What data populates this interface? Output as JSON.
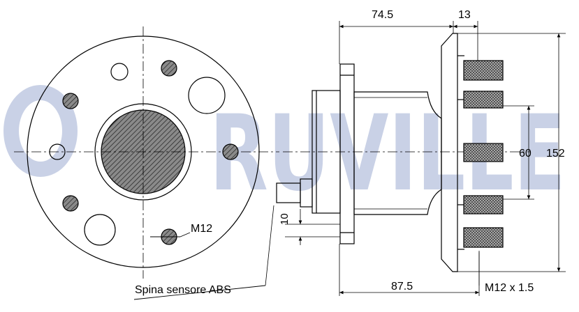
{
  "watermark": "RUVILLE",
  "dimensions": {
    "top_width": "74.5",
    "top_flange": "13",
    "bottom_width": "87.5",
    "stud_offset": "10",
    "inner_diameter": "60",
    "outer_diameter": "152"
  },
  "labels": {
    "abs_pin": "Spina sensore ABS",
    "bolt_thread": "M12",
    "stud_thread": "M12 x 1.5"
  },
  "colors": {
    "watermark": "#c9d1e6",
    "line": "#000000",
    "hatch_fill": "#808080"
  }
}
